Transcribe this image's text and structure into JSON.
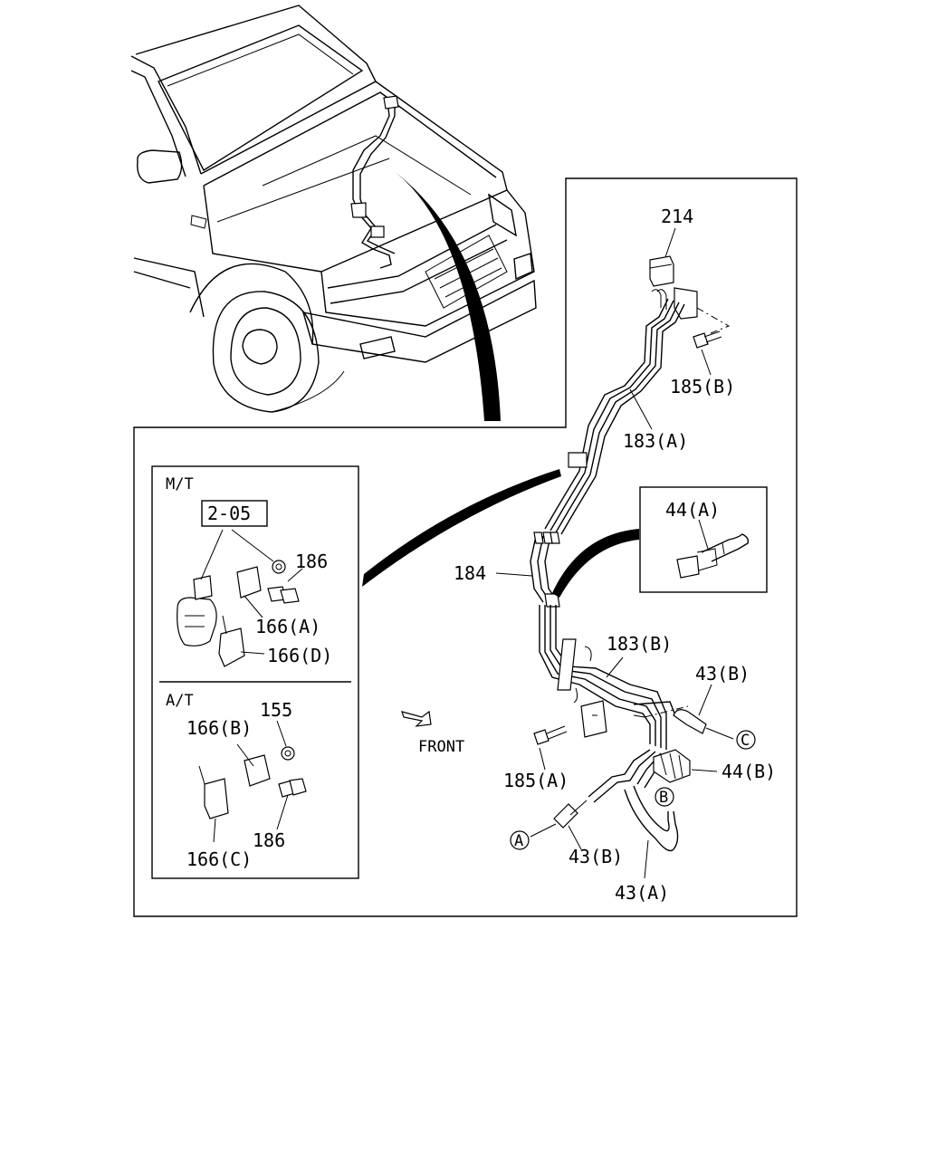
{
  "labels": {
    "p214": "214",
    "p185b": "185(B)",
    "p183a": "183(A)",
    "p184": "184",
    "p44a": "44(A)",
    "p183b": "183(B)",
    "p43b_top": "43(B)",
    "p44b": "44(B)",
    "p185a": "185(A)",
    "p43b_bottom": "43(B)",
    "p43a": "43(A)",
    "front": "FRONT",
    "mt": "M/T",
    "at": "A/T",
    "ref205": "2-05",
    "p186_mt": "186",
    "p166a": "166(A)",
    "p166d": "166(D)",
    "p155": "155",
    "p166b": "166(B)",
    "p186_at": "186",
    "p166c": "166(C)"
  },
  "callouts": {
    "a": "A",
    "b": "B",
    "c": "C"
  }
}
